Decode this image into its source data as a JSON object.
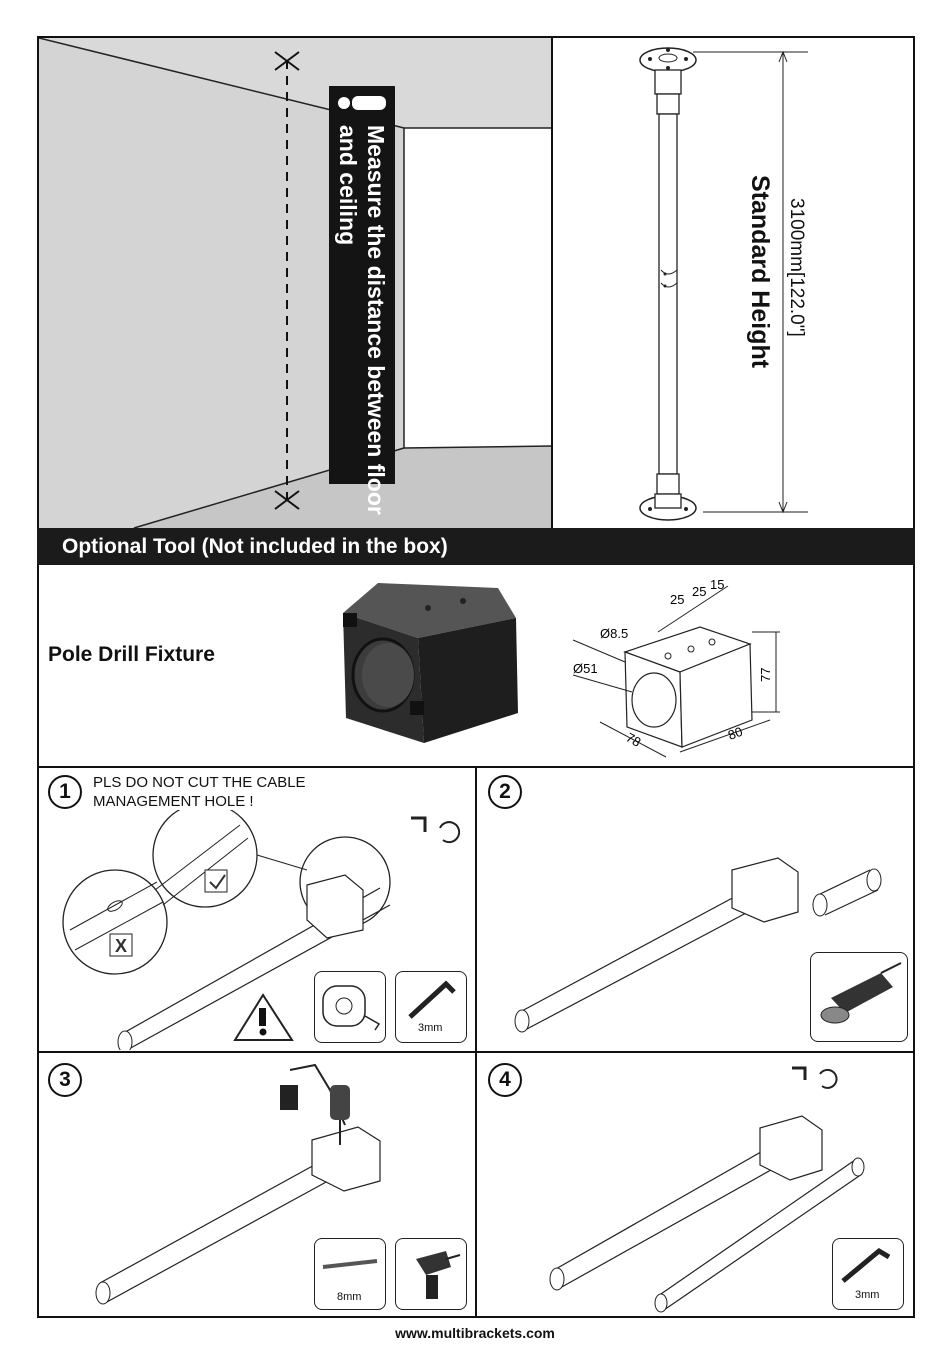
{
  "intro": {
    "warning_text": "Measure the distance between floor and ceiling",
    "height_label": "Standard Height",
    "height_dimension": "3100mm[122.0\"]"
  },
  "optional_tool": {
    "banner": "Optional Tool (Not included in the box)",
    "fixture_name": "Pole Drill Fixture",
    "dimensions": {
      "d1": "25",
      "d2": "25",
      "d3": "15",
      "hole_dia": "8.5",
      "bore_dia": "51",
      "height": "77",
      "width": "80",
      "depth": "78"
    }
  },
  "steps": [
    {
      "number": "1",
      "note": [
        "PLS DO NOT CUT THE CABLE",
        "MANAGEMENT HOLE !"
      ],
      "tool_caption": "3mm"
    },
    {
      "number": "2"
    },
    {
      "number": "3",
      "tool_caption": "8mm"
    },
    {
      "number": "4",
      "tool_caption": "3mm"
    }
  ],
  "footer": "www.multibrackets.com"
}
